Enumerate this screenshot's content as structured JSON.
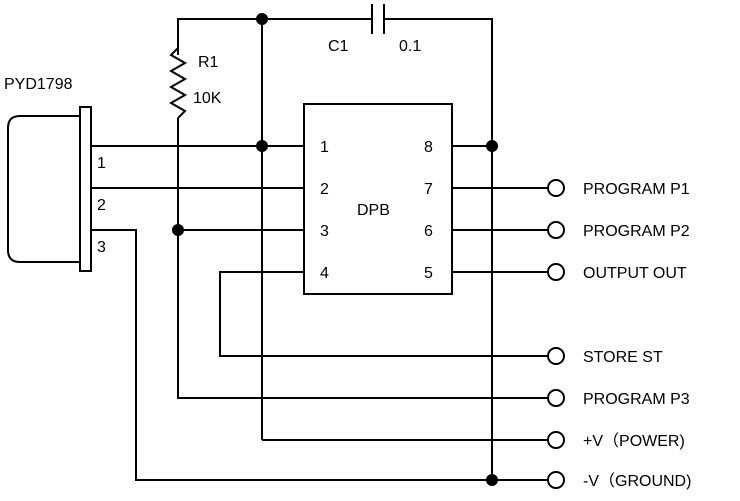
{
  "sensor": {
    "name": "PYD1798",
    "pins": [
      "1",
      "2",
      "3"
    ]
  },
  "resistor": {
    "ref": "R1",
    "value": "10K"
  },
  "capacitor": {
    "ref": "C1",
    "value": "0.1"
  },
  "chip": {
    "name": "DPB",
    "left_pins": [
      "1",
      "2",
      "3",
      "4"
    ],
    "right_pins": [
      "8",
      "7",
      "6",
      "5"
    ]
  },
  "terminals": [
    "PROGRAM P1",
    "PROGRAM P2",
    "OUTPUT OUT",
    "STORE ST",
    "PROGRAM P3",
    "+V（POWER)",
    "-V（GROUND)"
  ]
}
